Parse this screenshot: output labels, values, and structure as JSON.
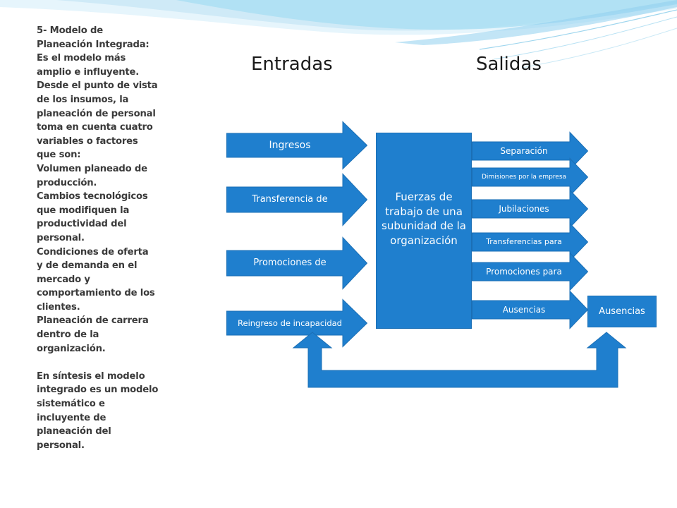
{
  "side_text": {
    "lines_a": [
      "5- Modelo de",
      "Planeación Integrada:",
      "Es el modelo más",
      "amplio e influyente.",
      "Desde el punto de vista",
      "de los insumos, la",
      "planeación de personal",
      "toma en cuenta  cuatro",
      "variables o factores",
      "que son:",
      "Volumen planeado de",
      "producción.",
      "Cambios tecnológicos",
      "que modifiquen la",
      "productividad del",
      "personal.",
      "Condiciones de oferta",
      "y de demanda en el",
      "mercado y",
      "comportamiento de los",
      "clientes.",
      "Planeación de carrera",
      "dentro de la",
      "organización."
    ],
    "lines_b": [
      "En síntesis el modelo",
      "integrado es un modelo",
      "sistemático e",
      "incluyente de",
      "planeación del",
      "personal."
    ]
  },
  "diagram": {
    "heading_inputs": "Entradas",
    "heading_outputs": "Salidas",
    "inputs": [
      "Ingresos",
      "Transferencia de",
      "Promociones de",
      "Reingreso de incapacidad"
    ],
    "center": "Fuerzas de trabajo de una subunidad de la organización",
    "outputs": [
      "Separación",
      "Dimisiones por la empresa",
      "Jubilaciones",
      "Transferencias para",
      "Promociones para",
      "Ausencias"
    ],
    "absence_box": "Ausencias"
  },
  "colors": {
    "shape_fill": "#1f7fce",
    "shape_stroke": "#1b6fb5",
    "text_on_shape": "#ffffff",
    "side_text": "#3a3a3a",
    "wave_light": "#cfeaf7",
    "wave_mid": "#8fd0ee"
  }
}
